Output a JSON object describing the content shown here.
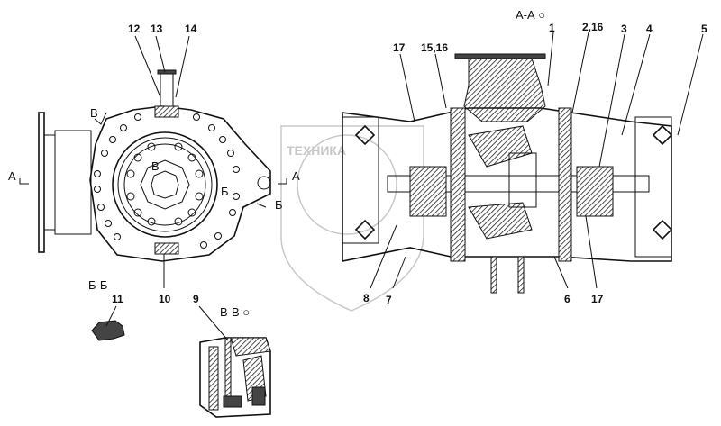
{
  "watermark": {
    "text": "ТЕХНИКА",
    "color": "#c8c8c8"
  },
  "sections": {
    "aa": "А-А ○",
    "bb": "Б-Б",
    "vv": "В-В ○"
  },
  "cut_marks": {
    "a_left": "А",
    "a_right": "А",
    "b_1": "Б",
    "b_2": "Б",
    "v_1": "В",
    "v_2": "В"
  },
  "callouts": {
    "c1": "1",
    "c2_16": "2,16",
    "c3": "3",
    "c4": "4",
    "c5": "5",
    "c6": "6",
    "c7": "7",
    "c8": "8",
    "c9": "9",
    "c10": "10",
    "c11": "11",
    "c12": "12",
    "c13": "13",
    "c14": "14",
    "c15_16": "15,16",
    "c17_top": "17",
    "c17_bottom": "17"
  }
}
